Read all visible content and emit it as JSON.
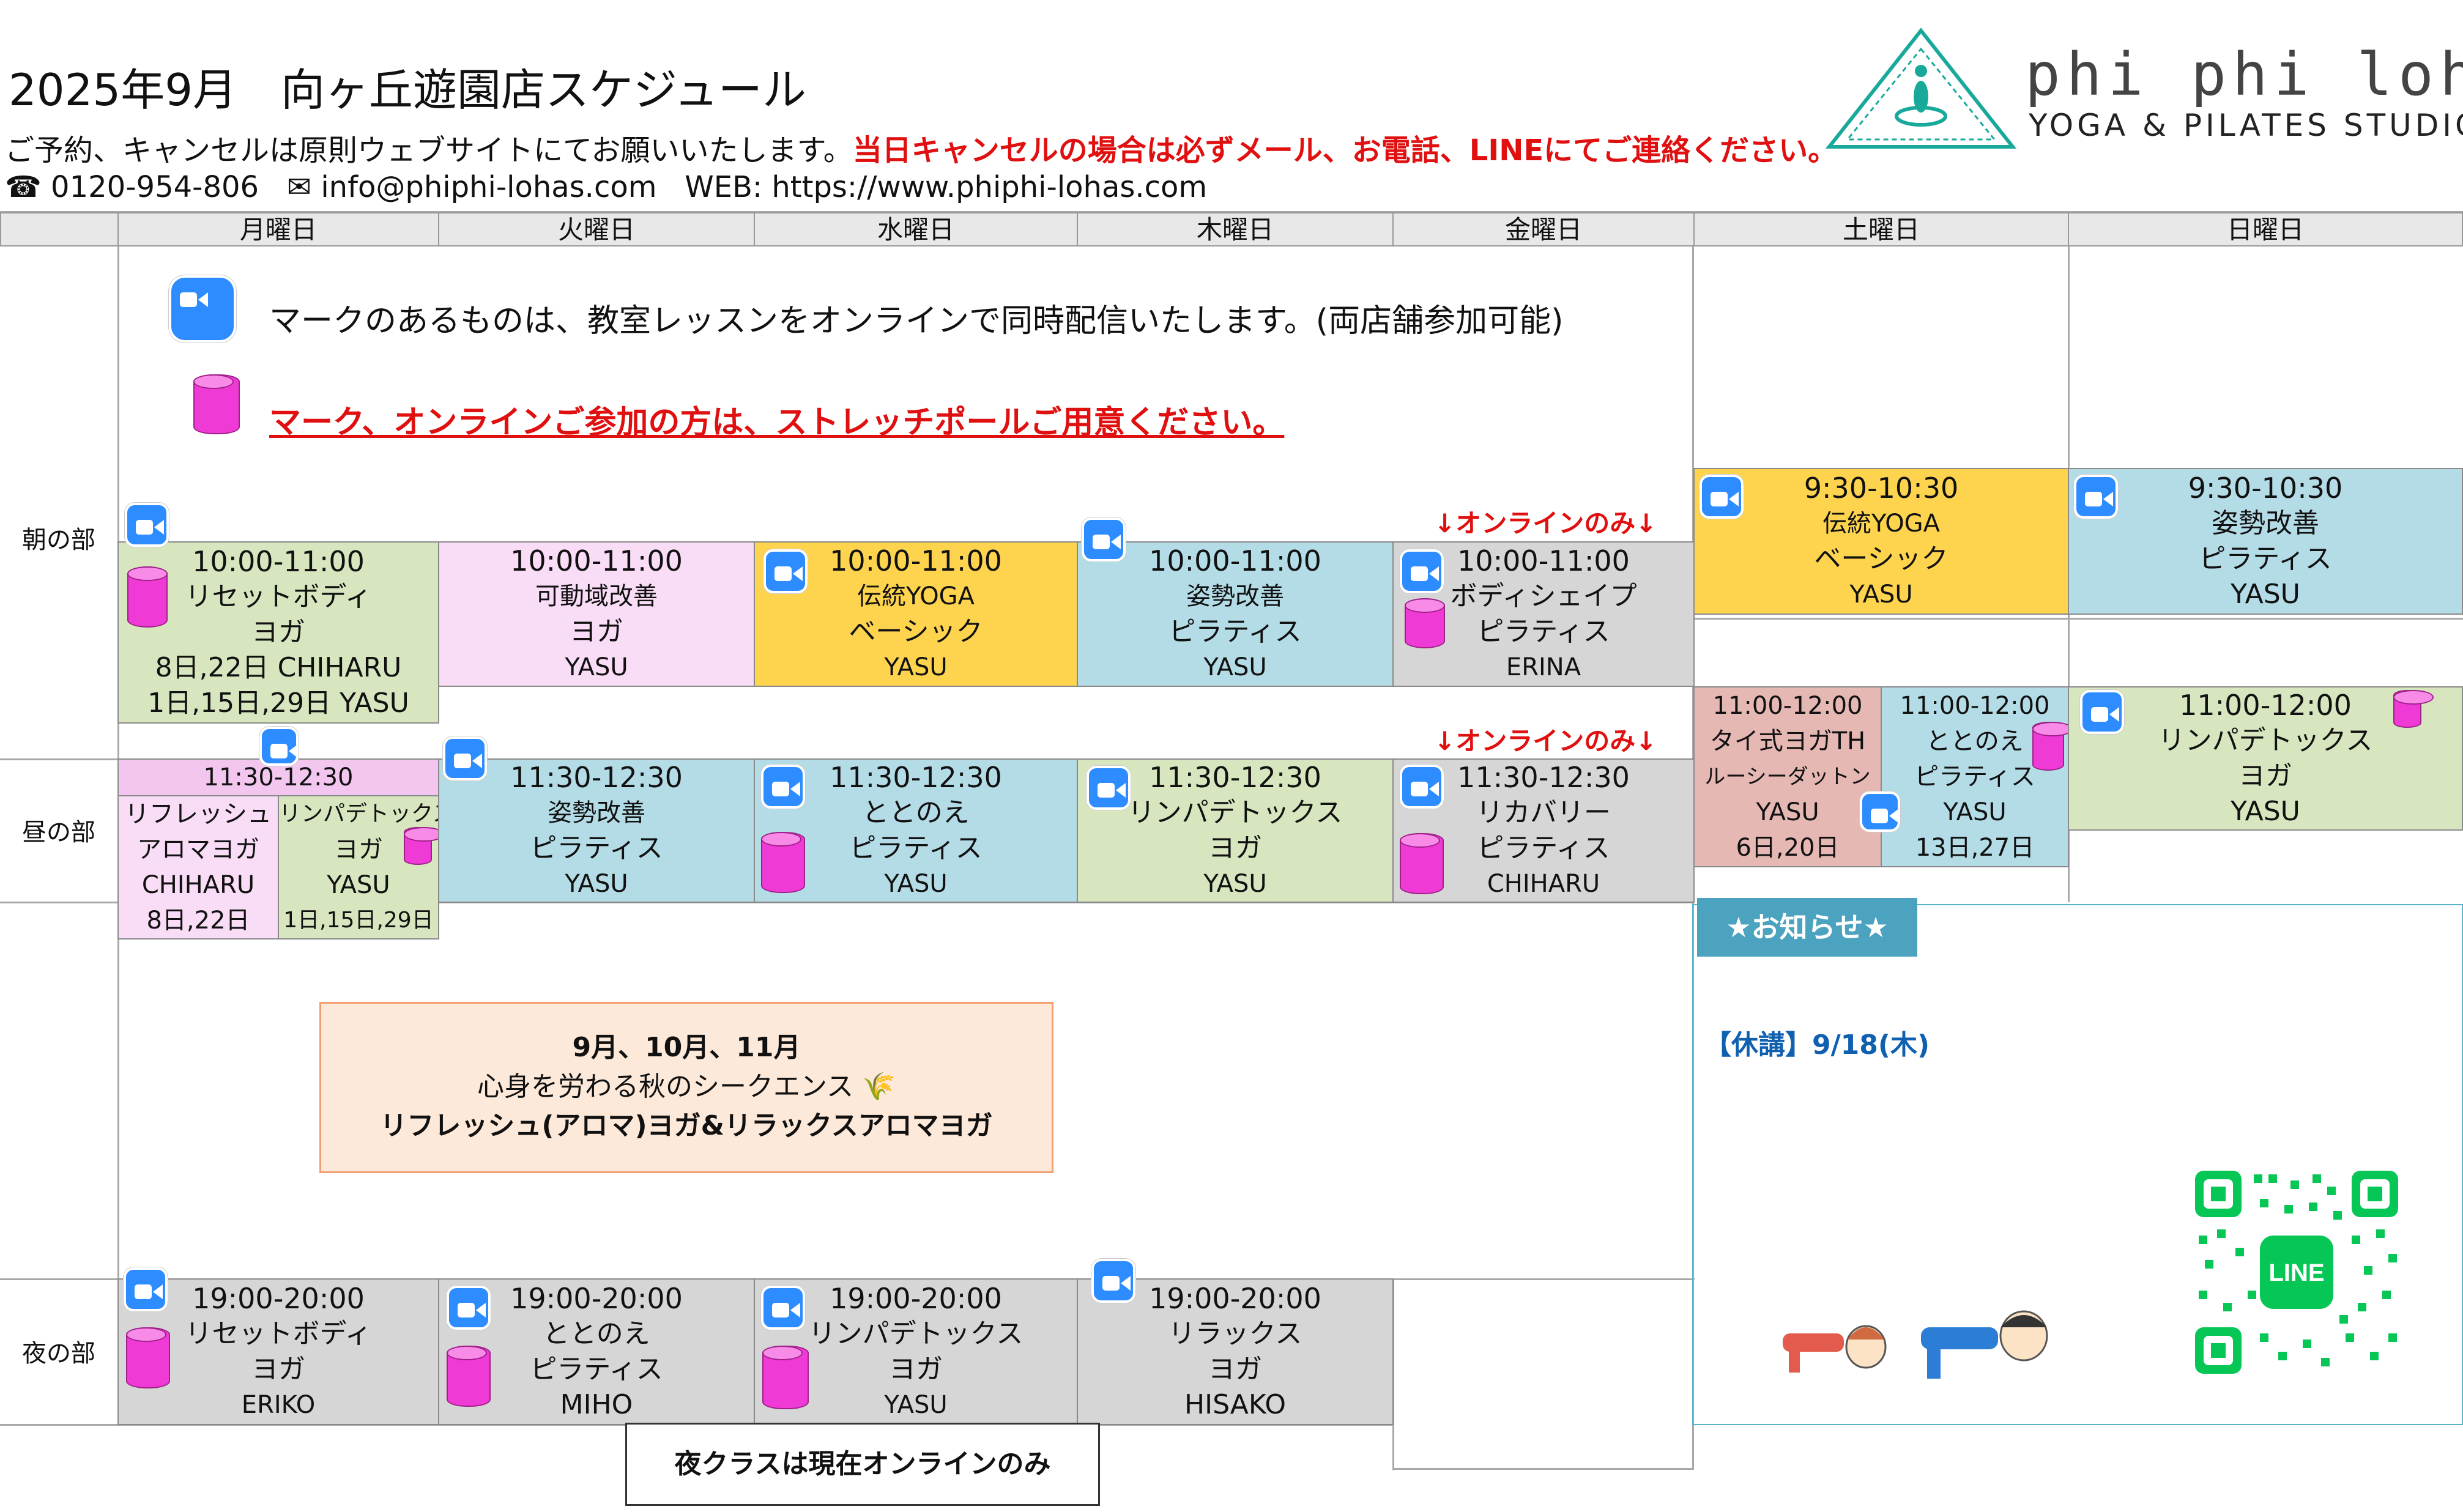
{
  "header": {
    "title": "2025年9月　向ヶ丘遊園店スケジュール",
    "notice_normal": "ご予約、キャンセルは原則ウェブサイトにてお願いいたします。",
    "notice_red": "当日キャンセルの場合は必ずメール、お電話、LINEにてご連絡ください。",
    "phone": "☎ 0120-954-806",
    "email": "✉ info@phiphi-lohas.com",
    "web": "WEB: https://www.phiphi-lohas.com",
    "brand": "phi phi lohas",
    "studio": "YOGA & PILATES STUDIO"
  },
  "days": [
    "月曜日",
    "火曜日",
    "水曜日",
    "木曜日",
    "金曜日",
    "土曜日",
    "日曜日"
  ],
  "periods": [
    "朝の部",
    "昼の部",
    "夜の部"
  ],
  "legend": {
    "zoom_text": "マークのあるものは、教室レッスンをオンラインで同時配信いたします。(両店舗参加可能)",
    "pole_text": "マーク、オンラインご参加の方は、ストレッチポールご用意ください。"
  },
  "online_only": "↓オンラインのみ↓",
  "classes": {
    "mon_am": [
      "10:00-11:00",
      "リセットボディ",
      "ヨガ",
      "8日,22日 CHIHARU",
      "1日,15日,29日 YASU"
    ],
    "tue_am": [
      "10:00-11:00",
      "可動域改善",
      "ヨガ",
      "YASU"
    ],
    "wed_am": [
      "10:00-11:00",
      "伝統YOGA",
      "ベーシック",
      "YASU"
    ],
    "thu_am": [
      "10:00-11:00",
      "姿勢改善",
      "ピラティス",
      "YASU"
    ],
    "fri_am": [
      "10:00-11:00",
      "ボディシェイプ",
      "ピラティス",
      "ERINA"
    ],
    "sat_am": [
      "9:30-10:30",
      "伝統YOGA",
      "ベーシック",
      "YASU"
    ],
    "sun_am": [
      "9:30-10:30",
      "姿勢改善",
      "ピラティス",
      "YASU"
    ],
    "mon_pm_time": "11:30-12:30",
    "mon_pm_a": [
      "リフレッシュ",
      "アロマヨガ",
      "CHIHARU",
      "8日,22日"
    ],
    "mon_pm_b": [
      "リンパデトックス",
      "ヨガ",
      "YASU",
      "1日,15日,29日"
    ],
    "tue_pm": [
      "11:30-12:30",
      "姿勢改善",
      "ピラティス",
      "YASU"
    ],
    "wed_pm": [
      "11:30-12:30",
      "ととのえ",
      "ピラティス",
      "YASU"
    ],
    "thu_pm": [
      "11:30-12:30",
      "リンパデトックス",
      "ヨガ",
      "YASU"
    ],
    "fri_pm": [
      "11:30-12:30",
      "リカバリー",
      "ピラティス",
      "CHIHARU"
    ],
    "sat_pm_a": [
      "11:00-12:00",
      "タイ式ヨガTH",
      "ルーシーダットン",
      "YASU",
      "6日,20日"
    ],
    "sat_pm_b": [
      "11:00-12:00",
      "ととのえ",
      "ピラティス",
      "YASU",
      "13日,27日"
    ],
    "sun_pm": [
      "11:00-12:00",
      "リンパデトックス",
      "ヨガ",
      "YASU"
    ],
    "mon_ev": [
      "19:00-20:00",
      "リセットボディ",
      "ヨガ",
      "ERIKO"
    ],
    "tue_ev": [
      "19:00-20:00",
      "ととのえ",
      "ピラティス",
      "MIHO"
    ],
    "wed_ev": [
      "19:00-20:00",
      "リンパデトックス",
      "ヨガ",
      "YASU"
    ],
    "thu_ev": [
      "19:00-20:00",
      "リラックス",
      "ヨガ",
      "HISAKO"
    ]
  },
  "autumn": {
    "line1": "9月、10月、11月",
    "line2": "心身を労わる秋のシークエンス 🌾",
    "line3": "リフレッシュ(アロマ)ヨガ&リラックスアロマヨガ"
  },
  "night_note": "夜クラスは現在オンラインのみ",
  "info": {
    "button": "★お知らせ★",
    "closure": "【休講】9/18(木)",
    "qr_label": "LINE"
  },
  "colors": {
    "green": "#d7e6bf",
    "pink": "#f9dcf6",
    "yellow": "#fed44f",
    "blue": "#b4dce7",
    "gray": "#d6d6d6",
    "rose": "#e6b8b4",
    "red": "#e01010",
    "zoom": "#2d8cff",
    "line": "#06c755"
  }
}
